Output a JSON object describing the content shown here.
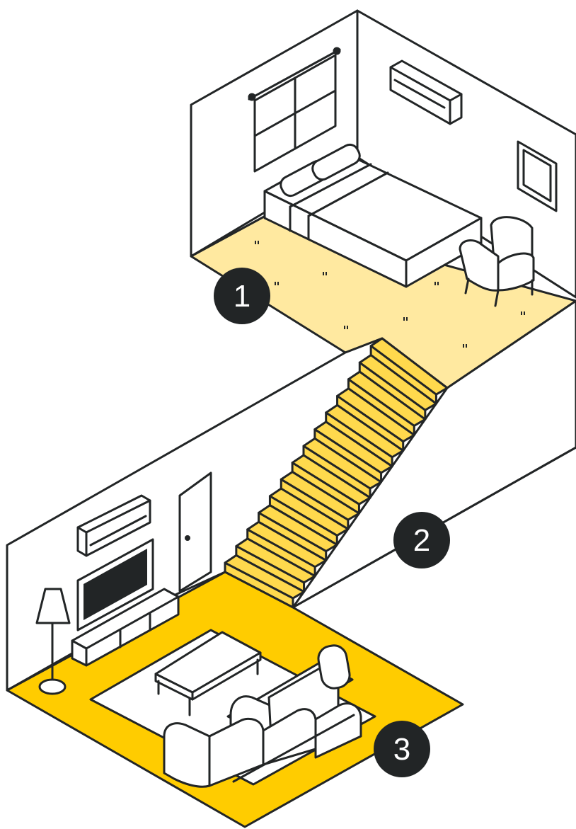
{
  "badges": [
    {
      "label": "1"
    },
    {
      "label": "2"
    },
    {
      "label": "3"
    }
  ],
  "colors": {
    "outline": "#222526",
    "upper_floor": "#FFE9A0",
    "stairs": "#FFD94D",
    "lower_floor": "#FFCC00",
    "rug": "#FFFFFF",
    "badge": "#222526",
    "tv_screen": "#222526"
  }
}
